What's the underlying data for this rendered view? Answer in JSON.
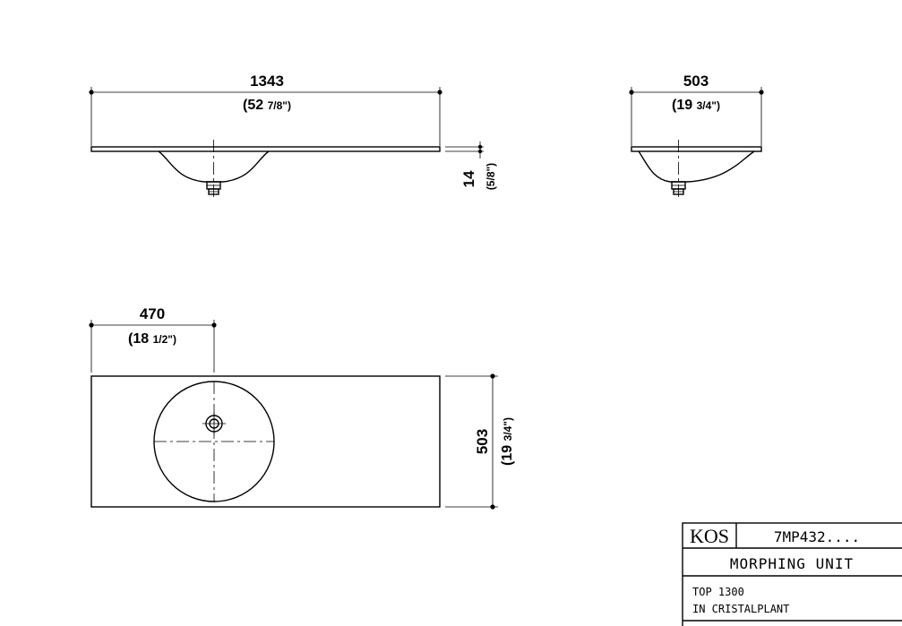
{
  "front_view": {
    "width_mm": "1343",
    "width_in_whole": "(52 ",
    "width_in_frac": "7/8\")",
    "thickness_mm": "14",
    "thickness_in": "(5/8\")"
  },
  "side_view": {
    "depth_mm": "503",
    "depth_in_whole": "(19 ",
    "depth_in_frac": "3/4\")"
  },
  "plan_view": {
    "bowl_offset_mm": "470",
    "bowl_offset_in_whole": "(18 ",
    "bowl_offset_in_frac": "1/2\")",
    "depth_mm": "503",
    "depth_in_whole": "(19 ",
    "depth_in_frac": "3/4\")"
  },
  "title_block": {
    "brand": "KOS",
    "code": "7MP432....",
    "title": "MORPHING UNIT",
    "note_line1": "TOP 1300",
    "note_line2": "IN CRISTALPLANT"
  }
}
